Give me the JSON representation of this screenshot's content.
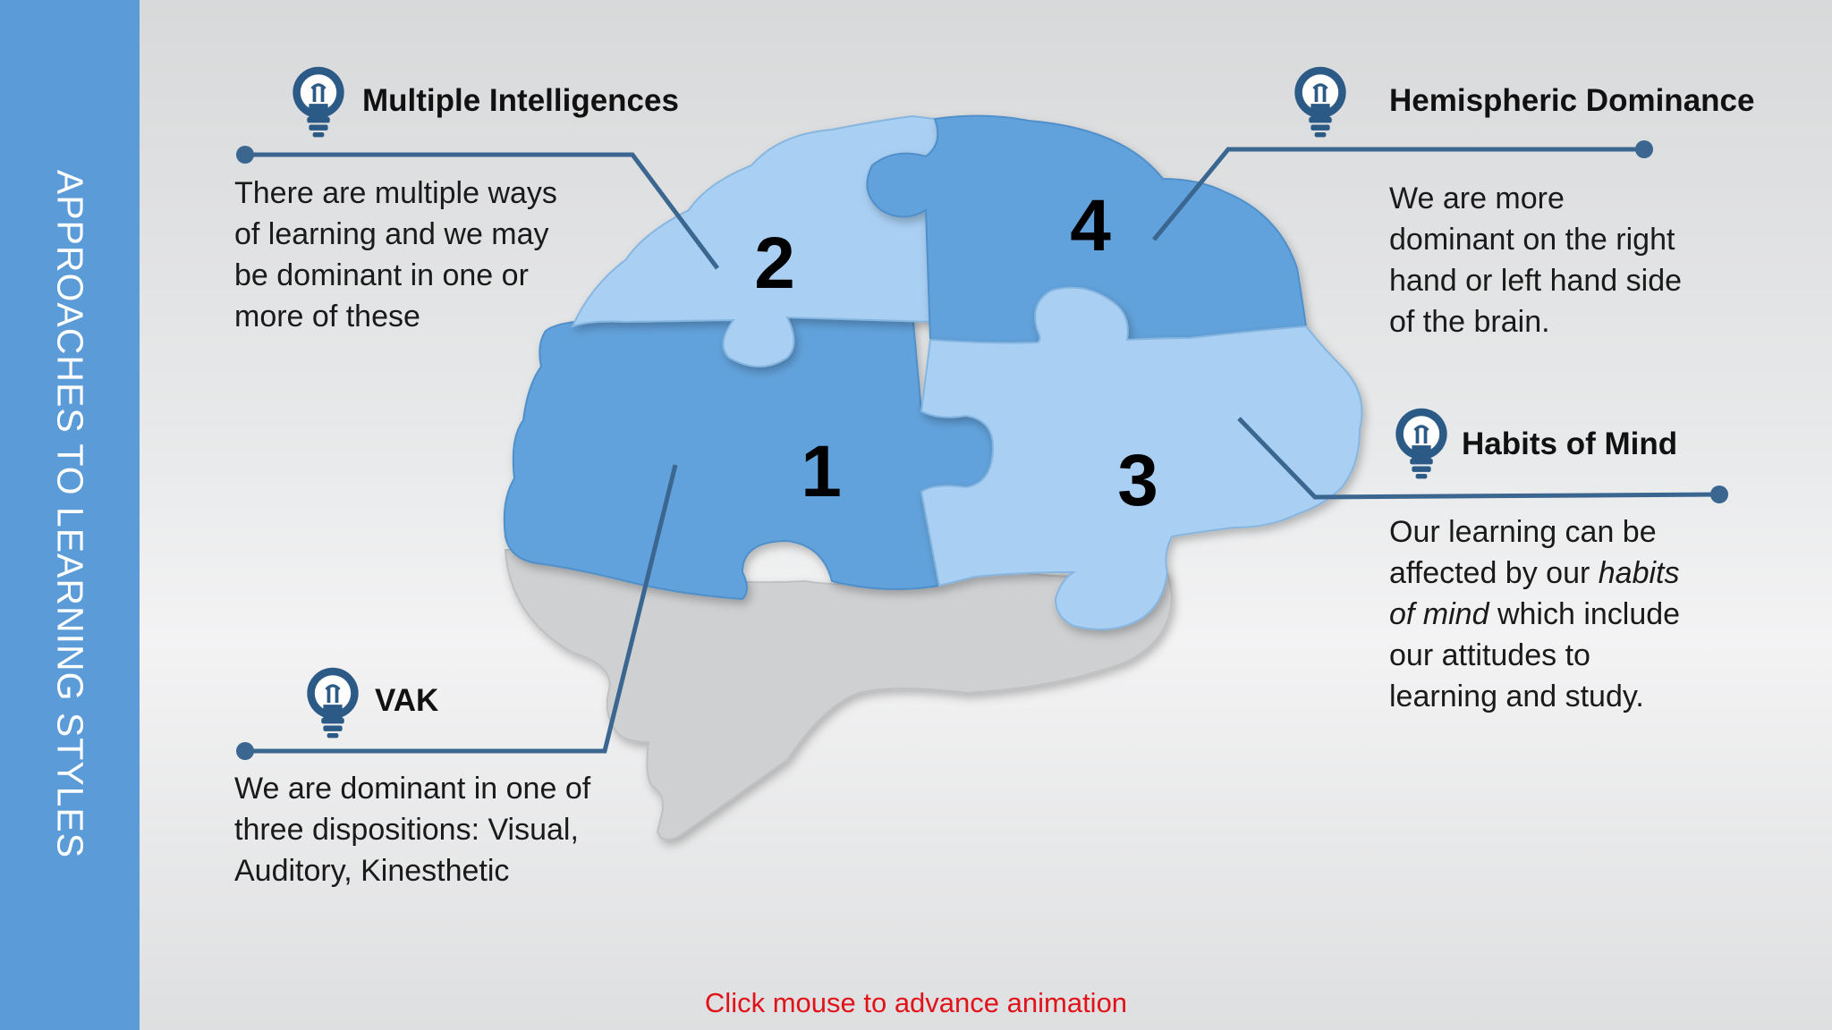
{
  "sidebar": {
    "title": "APPROACHES TO LEARNING STYLES"
  },
  "pieces": [
    {
      "number": "1",
      "color": "#62a2dc"
    },
    {
      "number": "2",
      "color": "#a9cff3"
    },
    {
      "number": "3",
      "color": "#a9cff3"
    },
    {
      "number": "4",
      "color": "#62a2dc"
    }
  ],
  "callouts": {
    "multiple_intelligences": {
      "title": "Multiple Intelligences",
      "lines": [
        "There are multiple ways",
        "of learning and we may",
        "be dominant in one or",
        "more of these"
      ]
    },
    "hemispheric_dominance": {
      "title": "Hemispheric Dominance",
      "lines": [
        "We are more",
        "dominant on the right",
        "hand or left hand side",
        "of the brain."
      ]
    },
    "habits_of_mind": {
      "title": "Habits of Mind",
      "line1": "Our learning can be",
      "line2_pre": "affected by our ",
      "line2_em": "habits",
      "line3_em": "of mind",
      "line3_post": " which include",
      "line4": "our attitudes to",
      "line5": "learning and study."
    },
    "vak": {
      "title": "VAK",
      "lines": [
        "We are dominant in one of",
        "three dispositions: Visual,",
        "Auditory, Kinesthetic"
      ]
    }
  },
  "footer": {
    "note": "Click mouse to advance animation"
  },
  "colors": {
    "sidebar": "#5b9bd8",
    "connector": "#3a6690",
    "icon": "#2c5a86",
    "footer": "#e0131a"
  }
}
